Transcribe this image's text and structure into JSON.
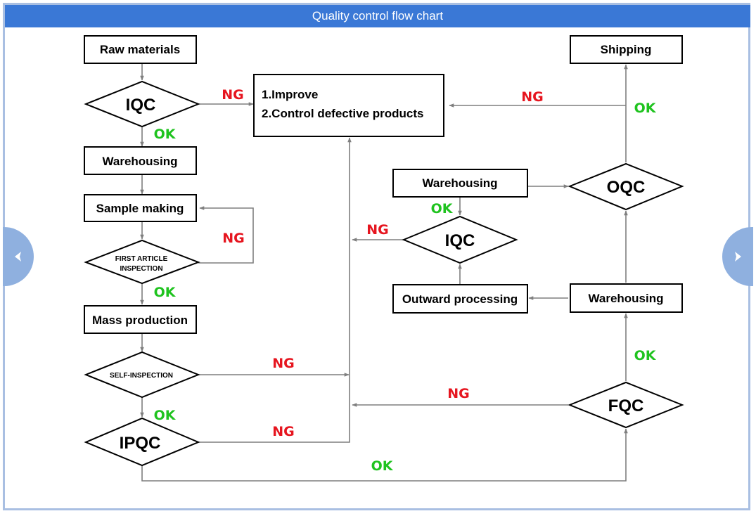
{
  "title": "Quality control flow chart",
  "nodes": {
    "raw_materials": "Raw materials",
    "iqc_left": "IQC",
    "warehousing_left": "Warehousing",
    "sample_making": "Sample making",
    "first_article_line1": "FIRST ARTICLE",
    "first_article_line2": "INSPECTION",
    "mass_production": "Mass production",
    "self_inspection": "SELF-INSPECTION",
    "ipqc": "IPQC",
    "improve_line1": "1.Improve",
    "improve_line2": "2.Control defective products",
    "shipping": "Shipping",
    "oqc": "OQC",
    "warehousing_mid": "Warehousing",
    "iqc_mid": "IQC",
    "outward_processing": "Outward processing",
    "warehousing_right": "Warehousing",
    "fqc": "FQC"
  },
  "edge_labels": {
    "ng": "NG",
    "ok": "OK"
  },
  "colors": {
    "title_bar": "#3a78d6",
    "ng": "#e6151f",
    "ok": "#1fc31f",
    "connector": "#7f7f7f",
    "nav_button": "#8fb0df"
  },
  "nav": {
    "prev_icon": "chevron-left-icon",
    "next_icon": "chevron-right-icon"
  }
}
